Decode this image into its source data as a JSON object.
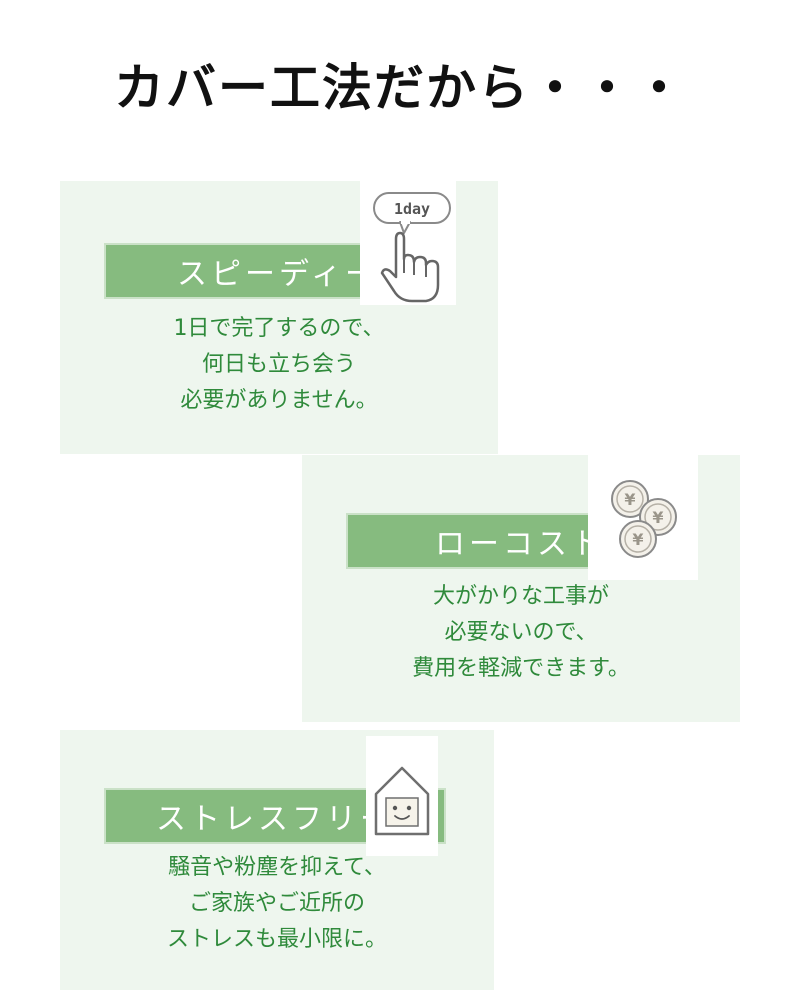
{
  "title": "カバー工法だから・・・",
  "accent_color": "#86bb7f",
  "text_color": "#2f8a3b",
  "card_bg": "#eef6ee",
  "cards": [
    {
      "heading": "スピーディー",
      "icon": "pointing-hand-icon",
      "icon_label": "1day",
      "lines": [
        "1日で完了するので、",
        "何日も立ち会う",
        "必要がありません。"
      ]
    },
    {
      "heading": "ローコスト",
      "icon": "yen-coins-icon",
      "lines": [
        "大がかりな工事が",
        "必要ないので、",
        "費用を軽減できます。"
      ]
    },
    {
      "heading": "ストレスフリー",
      "icon": "smiling-house-icon",
      "lines": [
        "騒音や粉塵を抑えて、",
        "ご家族やご近所の",
        "ストレスも最小限に。"
      ]
    }
  ]
}
